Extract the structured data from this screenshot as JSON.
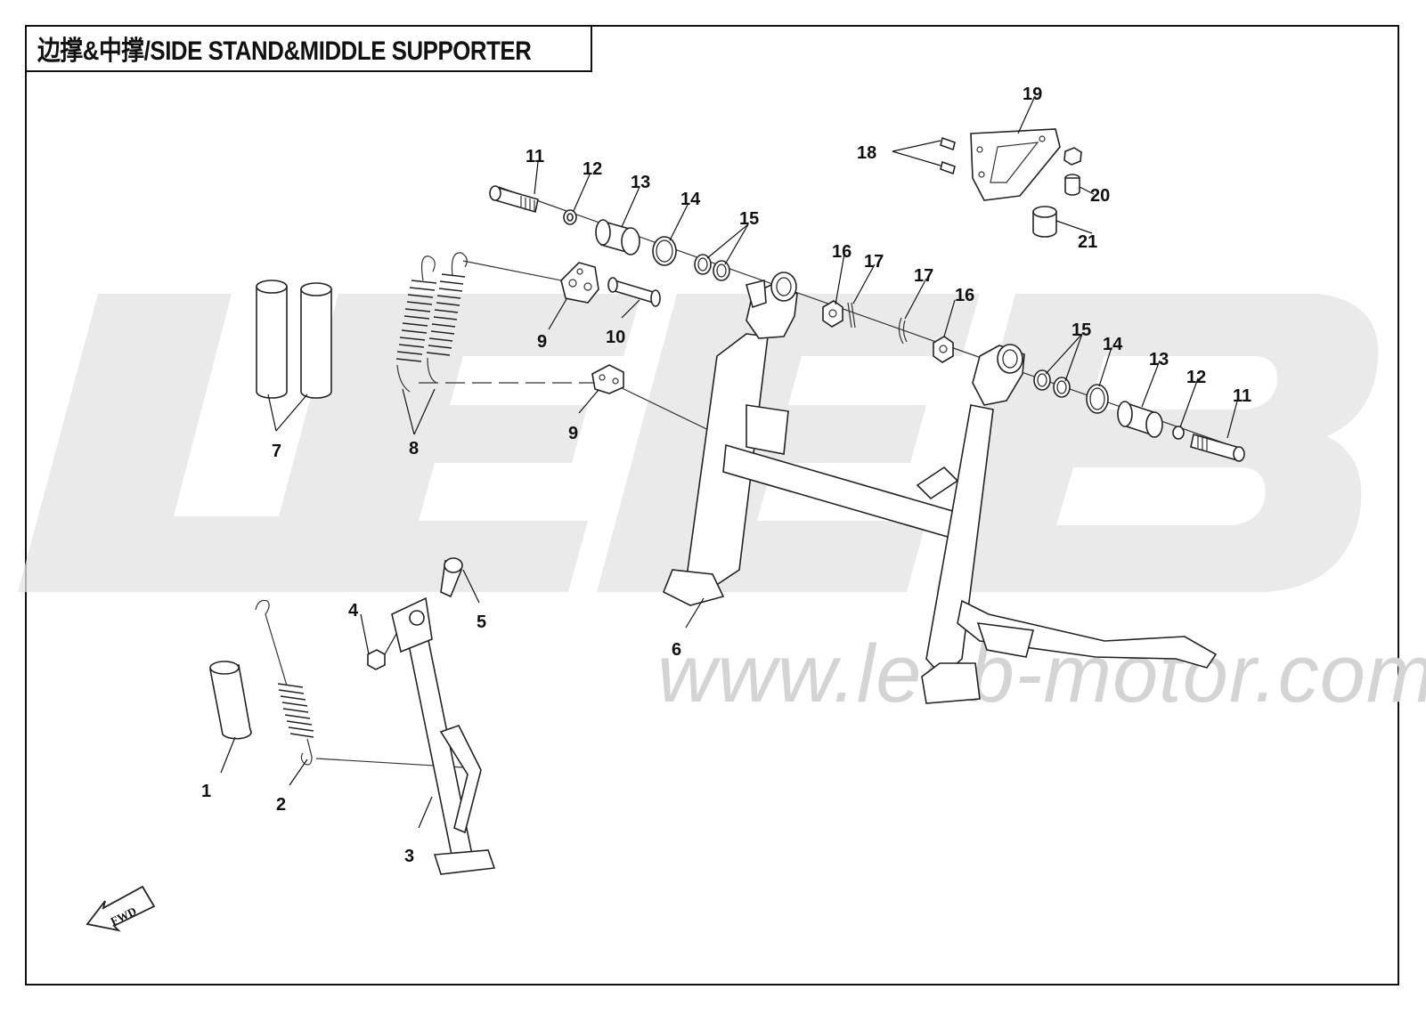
{
  "title": "边撑&中撑/SIDE STAND&MIDDLE SUPPORTER",
  "watermark": {
    "brand": "LEEB",
    "url": "www.leeb-motor.com",
    "color": "#d9d9d9"
  },
  "fwd_label": "FWD",
  "callouts": [
    {
      "id": "c1",
      "label": "1"
    },
    {
      "id": "c2",
      "label": "2"
    },
    {
      "id": "c3",
      "label": "3"
    },
    {
      "id": "c4",
      "label": "4"
    },
    {
      "id": "c5",
      "label": "5"
    },
    {
      "id": "c6",
      "label": "6"
    },
    {
      "id": "c7",
      "label": "7"
    },
    {
      "id": "c8",
      "label": "8"
    },
    {
      "id": "c9a",
      "label": "9"
    },
    {
      "id": "c9b",
      "label": "9"
    },
    {
      "id": "c10",
      "label": "10"
    },
    {
      "id": "c11a",
      "label": "11"
    },
    {
      "id": "c11b",
      "label": "11"
    },
    {
      "id": "c12a",
      "label": "12"
    },
    {
      "id": "c12b",
      "label": "12"
    },
    {
      "id": "c13a",
      "label": "13"
    },
    {
      "id": "c13b",
      "label": "13"
    },
    {
      "id": "c14a",
      "label": "14"
    },
    {
      "id": "c14b",
      "label": "14"
    },
    {
      "id": "c15a",
      "label": "15"
    },
    {
      "id": "c15b",
      "label": "15"
    },
    {
      "id": "c16a",
      "label": "16"
    },
    {
      "id": "c16b",
      "label": "16"
    },
    {
      "id": "c17a",
      "label": "17"
    },
    {
      "id": "c17b",
      "label": "17"
    },
    {
      "id": "c18",
      "label": "18"
    },
    {
      "id": "c19",
      "label": "19"
    },
    {
      "id": "c20",
      "label": "20"
    },
    {
      "id": "c21",
      "label": "21"
    }
  ]
}
